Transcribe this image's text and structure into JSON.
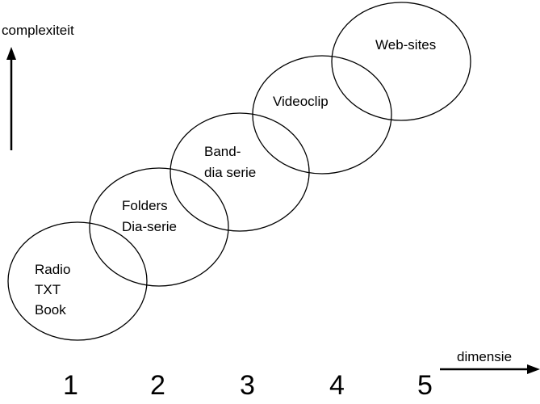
{
  "axes": {
    "y_label": "complexiteit",
    "x_label": "dimensie"
  },
  "levels": [
    "1",
    "2",
    "3",
    "4",
    "5"
  ],
  "stages": [
    {
      "lines": [
        "Radio",
        "TXT",
        "Book"
      ]
    },
    {
      "lines": [
        "Folders",
        "Dia-serie"
      ]
    },
    {
      "lines": [
        "Band-",
        "dia serie"
      ]
    },
    {
      "lines": [
        "Videoclip"
      ]
    },
    {
      "lines": [
        "Web-sites"
      ]
    }
  ]
}
